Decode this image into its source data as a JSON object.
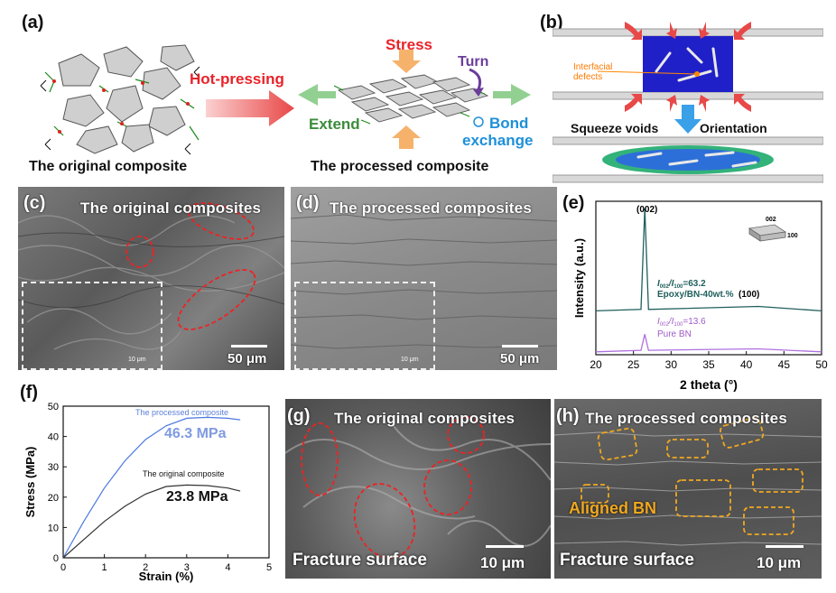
{
  "panel_labels": {
    "a": "(a)",
    "b": "(b)",
    "c": "(c)",
    "d": "(d)",
    "e": "(e)",
    "f": "(f)",
    "g": "(g)",
    "h": "(h)"
  },
  "panel_a": {
    "process_label": "Hot-pressing",
    "stress_label": "Stress",
    "turn_label": "Turn",
    "extend_label": "Extend",
    "bond_label_1": "Bond",
    "bond_label_2": "exchange",
    "left_caption": "The original composite",
    "right_caption": "The processed composite",
    "colors": {
      "stress": "#e8232a",
      "turn": "#6a3d9a",
      "extend": "#3c8c3c",
      "bond": "#1e90d8",
      "arrow": "#e85050"
    }
  },
  "panel_b": {
    "defects_label_1": "Interfacial",
    "defects_label_2": "defects",
    "squeeze_label": "Squeeze voids",
    "orientation_label": "Orientation"
  },
  "panel_c": {
    "title": "The original composites",
    "scale": "50 μm",
    "inset_scale": "10 μm"
  },
  "panel_d": {
    "title": "The processed composites",
    "scale": "50 μm",
    "inset_scale": "10 μm"
  },
  "panel_e": {
    "peak_label": "(002)",
    "peak100_label": "(100)",
    "crystal_label_1": "002",
    "crystal_label_2": "100",
    "ratio1_prefix": "I",
    "ratio1_sub1": "002",
    "ratio1_mid": "/I",
    "ratio1_sub2": "100",
    "ratio1_val": "=63.2",
    "series1_name": "Epoxy/BN-40wt.%",
    "ratio2_val": "=13.6",
    "series2_name": "Pure BN",
    "xlabel": "2 theta (°)",
    "ylabel": "Intensity (a.u.)",
    "xticks": [
      "20",
      "25",
      "30",
      "35",
      "40",
      "45",
      "50"
    ]
  },
  "panel_f": {
    "xlabel": "Strain (%)",
    "ylabel": "Stress (MPa)",
    "xticks": [
      "0",
      "1",
      "2",
      "3",
      "4",
      "5"
    ],
    "yticks": [
      "0",
      "10",
      "20",
      "30",
      "40",
      "50"
    ],
    "processed_name": "The processed composite",
    "processed_value": "46.3 MPa",
    "original_name": "The original composite",
    "original_value": "23.8 MPa"
  },
  "panel_g": {
    "title": "The original composites",
    "caption": "Fracture surface",
    "scale": "10 μm"
  },
  "panel_h": {
    "title": "The processed composites",
    "caption": "Fracture surface",
    "scale": "10 μm",
    "aligned_label": "Aligned BN"
  },
  "chart_data": [
    {
      "type": "line",
      "xlabel": "2 theta (°)",
      "ylabel": "Intensity (a.u.)",
      "xlim": [
        20,
        50
      ],
      "series": [
        {
          "name": "Epoxy/BN-40wt.%",
          "x": [
            20,
            26.0,
            26.5,
            27.0,
            41.6,
            50
          ],
          "y": [
            0.3,
            0.31,
            1.0,
            0.31,
            0.33,
            0.3
          ]
        },
        {
          "name": "Pure BN",
          "x": [
            20,
            26.0,
            26.5,
            27.0,
            41.6,
            50
          ],
          "y": [
            0.02,
            0.03,
            0.14,
            0.03,
            0.04,
            0.02
          ]
        }
      ]
    },
    {
      "type": "line",
      "xlabel": "Strain (%)",
      "ylabel": "Stress (MPa)",
      "xlim": [
        0,
        5
      ],
      "ylim": [
        0,
        50
      ],
      "series": [
        {
          "name": "The processed composite",
          "x": [
            0,
            0.5,
            1.0,
            1.5,
            2.0,
            2.5,
            3.0,
            3.5,
            4.0,
            4.3
          ],
          "y": [
            0,
            12,
            23,
            32,
            39,
            43.5,
            46,
            46.3,
            46,
            45.5
          ]
        },
        {
          "name": "The original composite",
          "x": [
            0,
            0.5,
            1.0,
            1.5,
            2.0,
            2.5,
            3.0,
            3.5,
            4.0,
            4.3
          ],
          "y": [
            0,
            6,
            12,
            17,
            21,
            23.5,
            24,
            23.8,
            23,
            22
          ]
        }
      ]
    }
  ]
}
